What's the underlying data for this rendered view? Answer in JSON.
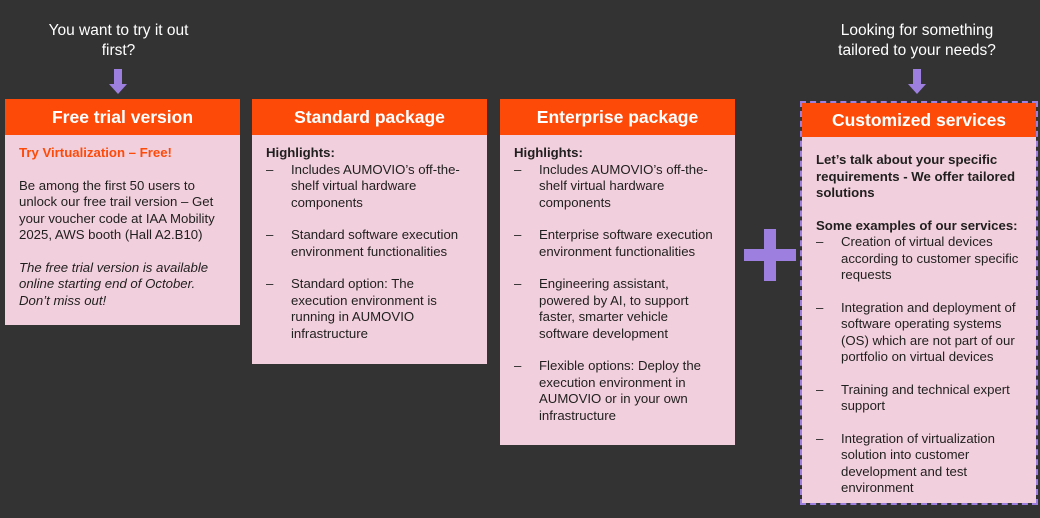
{
  "callouts": {
    "left": "You want to try it out first?",
    "right": "Looking for something tailored to your needs?"
  },
  "free_trial": {
    "title": "Free trial version",
    "heading": "Try Virtualization – Free!",
    "paragraph": "Be among the first 50 users to unlock our free trail version – Get your voucher code at IAA Mobility 2025, AWS booth (Hall A2.B10)",
    "note": "The free trial version is available online starting end of October. Don’t miss out!"
  },
  "standard": {
    "title": "Standard package",
    "highlights_label": "Highlights:",
    "items": [
      "Includes AUMOVIO’s off-the-shelf virtual hardware components",
      "Standard software execution environment functionalities",
      "Standard option: The execution environment is running in AUMOVIO infrastructure"
    ]
  },
  "enterprise": {
    "title": "Enterprise package",
    "highlights_label": "Highlights:",
    "items": [
      "Includes AUMOVIO’s off-the-shelf virtual hardware components",
      "Enterprise software execution environment functionalities",
      "Engineering assistant, powered by AI, to support faster, smarter vehicle software development",
      "Flexible options: Deploy the execution environment in AUMOVIO or in your own infrastructure"
    ]
  },
  "custom": {
    "title": "Customized services",
    "intro": "Let’s talk about your specific requirements - We offer tailored solutions",
    "examples_label": "Some examples of our services:",
    "items": [
      "Creation of virtual devices according to customer specific requests",
      "Integration and deployment of software operating systems (OS) which are not part of our portfolio on virtual devices",
      "Training and technical expert support",
      "Integration of virtualization solution into customer development and test environment"
    ]
  },
  "colors": {
    "background": "#333333",
    "header": "#fe4a09",
    "card": "#f2cfdc",
    "accent": "#9d7fe0"
  },
  "icons": {
    "arrow": "down-arrow-icon",
    "plus": "plus-icon"
  }
}
